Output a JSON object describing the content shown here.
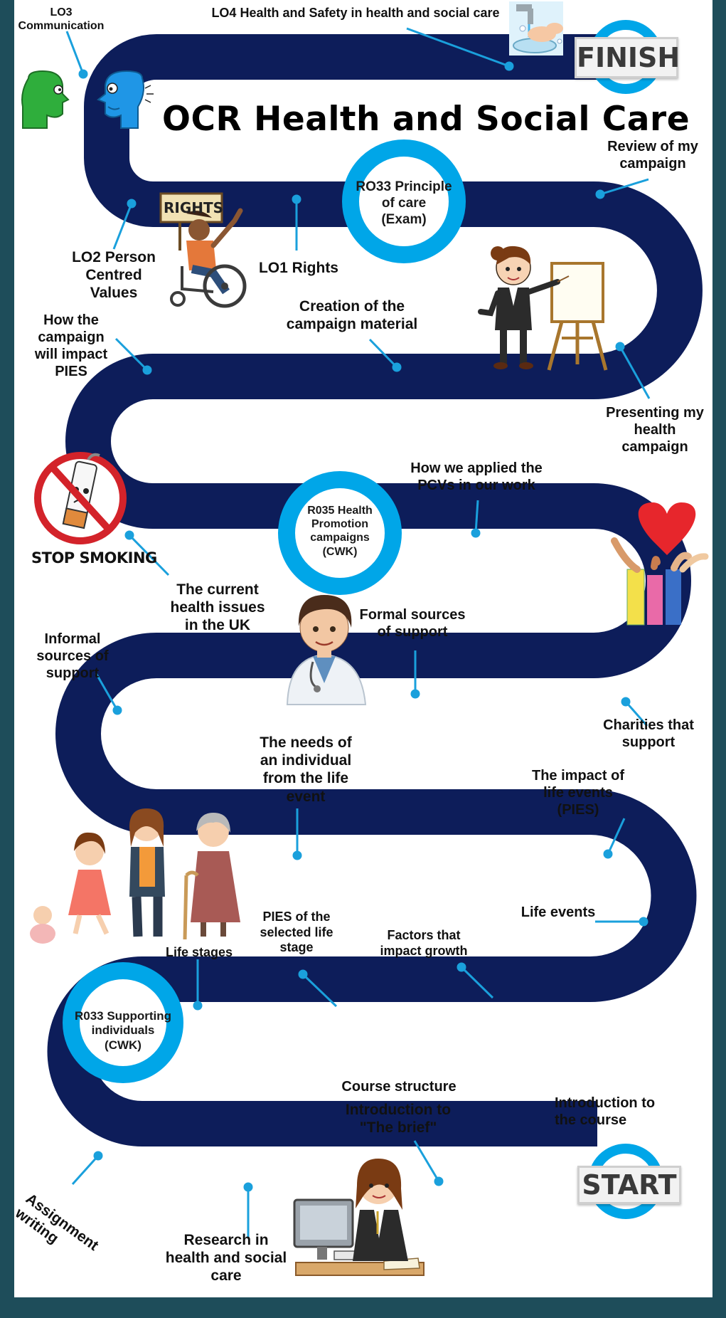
{
  "title": "OCR Health and Social Care",
  "milestones": {
    "start": "START",
    "finish": "FINISH"
  },
  "units": {
    "r033_exam": [
      "RO33 Principle",
      "of care",
      "(Exam)"
    ],
    "r035": [
      "R035 Health",
      "Promotion",
      "campaigns",
      "(CWK)"
    ],
    "r033_cwk": [
      "R033 Supporting",
      "individuals",
      "(CWK)"
    ]
  },
  "stops": {
    "lo3": [
      "LO3",
      "Communication"
    ],
    "lo4": [
      "LO4 Health and Safety in health and social care"
    ],
    "review": [
      "Review of my",
      "campaign"
    ],
    "lo2": [
      "LO2 Person",
      "Centred",
      "Values"
    ],
    "lo1": [
      "LO1 Rights"
    ],
    "creation": [
      "Creation of the",
      "campaign material"
    ],
    "impact_pies": [
      "How the",
      "campaign",
      "will impact",
      "PIES"
    ],
    "presenting": [
      "Presenting my",
      "health",
      "campaign"
    ],
    "applied_pcvs": [
      "How we applied the",
      "PCVs in our work"
    ],
    "current_issues": [
      "The current",
      "health issues",
      "in the UK"
    ],
    "formal": [
      "Formal sources",
      "of support"
    ],
    "informal": [
      "Informal",
      "sources of",
      "support"
    ],
    "charities": [
      "Charities that",
      "support"
    ],
    "needs": [
      "The needs of",
      "an individual",
      "from the life",
      "event"
    ],
    "impact_life": [
      "The impact of",
      "life events",
      "(PIES)"
    ],
    "life_events": [
      "Life events"
    ],
    "pies_stage": [
      "PIES of the",
      "selected life",
      "stage"
    ],
    "factors": [
      "Factors that",
      "impact growth"
    ],
    "life_stages": [
      "Life stages"
    ],
    "course_structure": [
      "Course structure"
    ],
    "intro_brief": [
      "Introduction to",
      "\"The brief\""
    ],
    "intro_course": [
      "Introduction to",
      "the course"
    ],
    "assignment": [
      "Assignment",
      "writing"
    ],
    "research": [
      "Research in",
      "health and social",
      "care"
    ]
  },
  "illustrations": {
    "rights_sign": "RIGHTS",
    "stop_smoking": "STOP SMOKING"
  },
  "icons": [
    "handwashing-icon",
    "talking-heads-icon",
    "wheelchair-activist-icon",
    "presenter-icon",
    "no-smoking-icon",
    "doctor-icon",
    "charity-hands-heart-icon",
    "family-life-stages-icon",
    "student-computer-icon"
  ],
  "colors": {
    "road": "#0d1d5a",
    "ring": "#00a6e8",
    "leader": "#1aa0dc",
    "frame": "#1e4d5a"
  }
}
